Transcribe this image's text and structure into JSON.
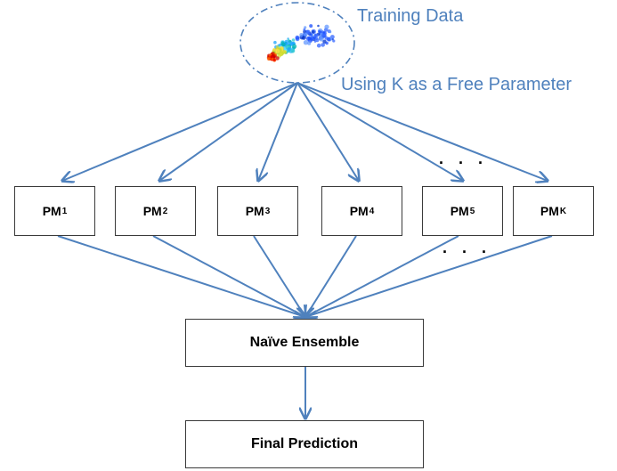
{
  "colors": {
    "arrow": "#4f81bd",
    "label": "#4f81bd",
    "box_border": "#3a3a3a",
    "text": "#000000"
  },
  "training_data": {
    "label": "Training Data",
    "icon": "scatter-cluster-icon"
  },
  "free_parameter_label": "Using K as a Free Parameter",
  "models": [
    {
      "name": "PM",
      "sub": "1"
    },
    {
      "name": "PM",
      "sub": "2"
    },
    {
      "name": "PM",
      "sub": "3"
    },
    {
      "name": "PM",
      "sub": "4"
    },
    {
      "name": "PM",
      "sub": "5"
    },
    {
      "name": "PM",
      "sub": "K"
    }
  ],
  "ellipsis": {
    "top": ". . .",
    "bottom": ". . ."
  },
  "ensemble_label": "Naïve Ensemble",
  "final_label": "Final Prediction"
}
